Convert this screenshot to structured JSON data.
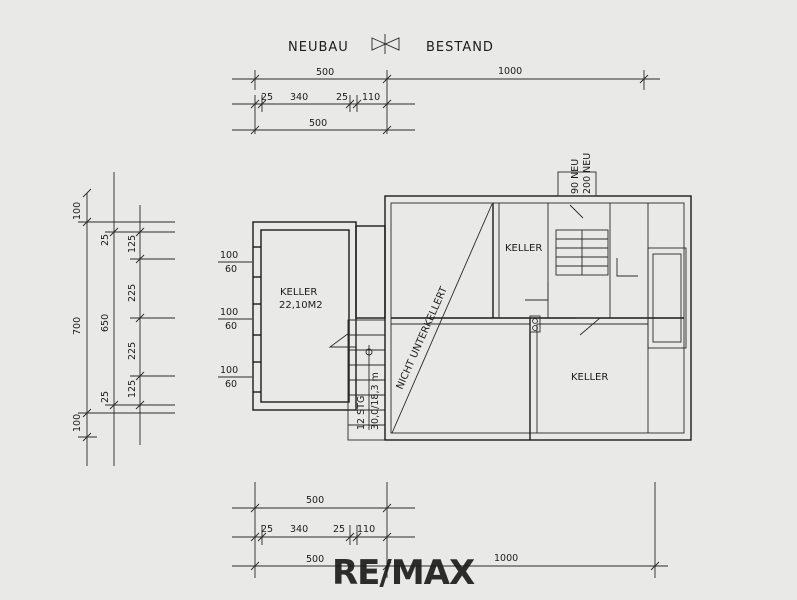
{
  "heading": {
    "left": "NEUBAU",
    "right": "BESTAND"
  },
  "top_dims": {
    "row1": [
      "500",
      "1000"
    ],
    "row2": [
      "25",
      "340",
      "25",
      "110"
    ],
    "row3": [
      "500"
    ]
  },
  "bottom_dims": {
    "row1": [
      "500"
    ],
    "row2": [
      "25",
      "340",
      "25",
      "110"
    ],
    "row3": [
      "500",
      "1000"
    ]
  },
  "left_dims": {
    "outer": [
      "700",
      "100",
      "100"
    ],
    "middle": [
      "650",
      "25",
      "25"
    ],
    "inner": [
      "125",
      "225",
      "225",
      "125"
    ]
  },
  "windows": [
    {
      "top": "100",
      "bottom": "60"
    },
    {
      "top": "100",
      "bottom": "60"
    },
    {
      "top": "100",
      "bottom": "60"
    }
  ],
  "rooms": {
    "keller_new": {
      "name": "KELLER",
      "area": "22,10M2"
    },
    "keller_tl": "KELLER",
    "keller_br": "KELLER",
    "nicht": "NICHT UNTERKELLERT",
    "stair_note_1": "12 STG",
    "stair_note_2": "30,0/18,3 m",
    "top_note_1": "90 NEU",
    "top_note_2": "200 NEU"
  },
  "watermark": "RE/MAX"
}
